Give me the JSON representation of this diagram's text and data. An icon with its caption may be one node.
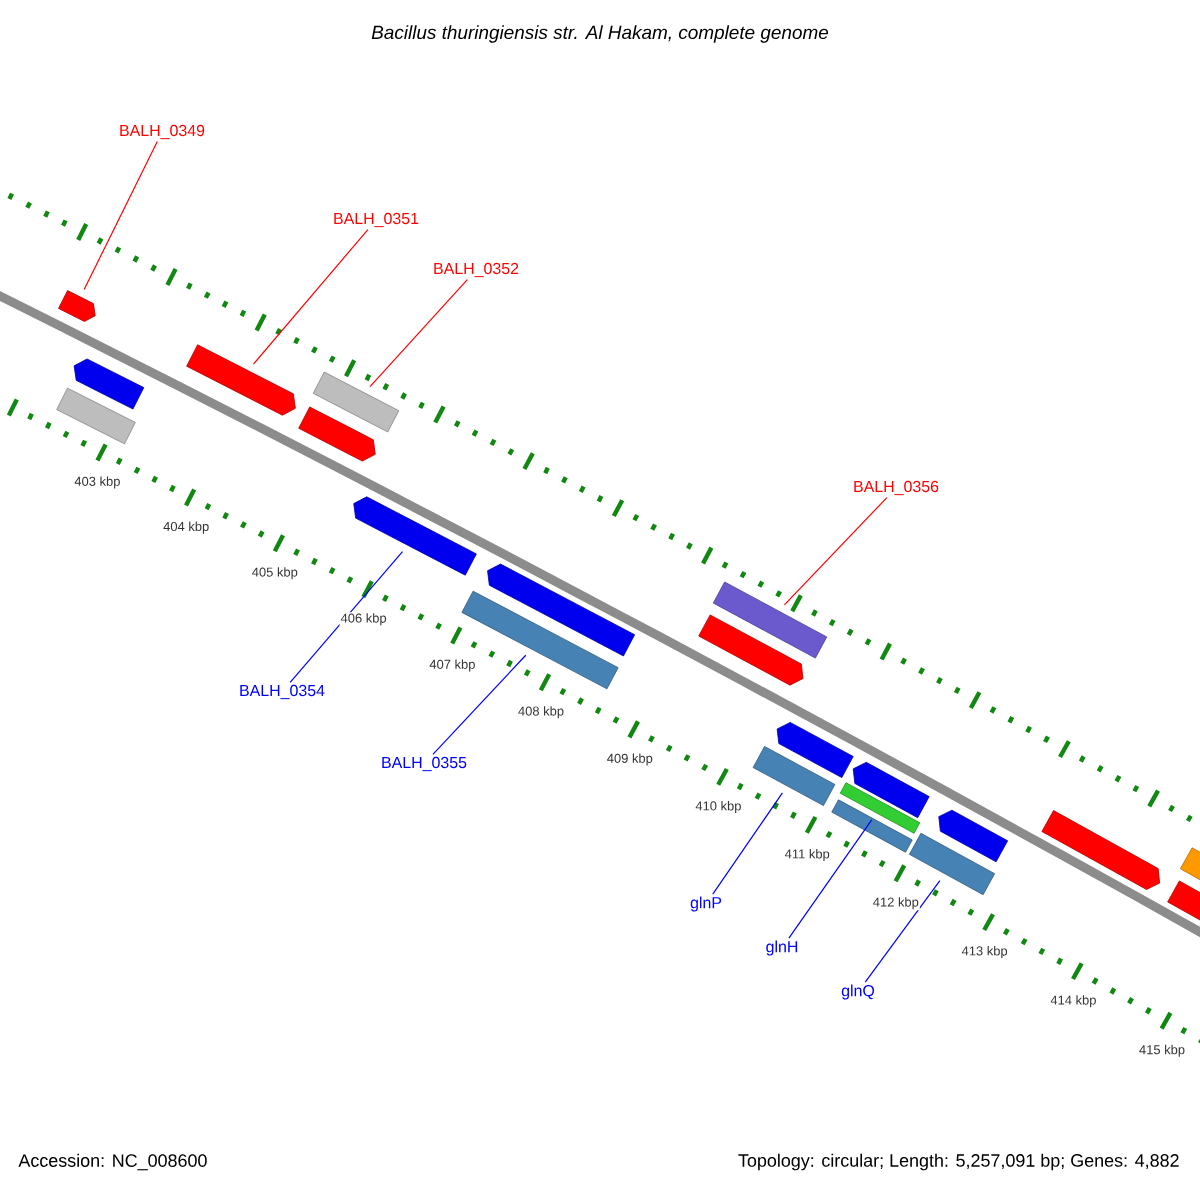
{
  "diagram": {
    "title": "Bacillus thuringiensis str. Al Hakam, complete genome",
    "nodes": [
      {
        "text": [
          "BALH_0349"
        ]
      },
      {
        "text": [
          "BALH_0351"
        ]
      },
      {
        "text": [
          "BALH_0352"
        ]
      },
      {
        "text": [
          "BALH_0356"
        ]
      },
      {
        "text": [
          "BALH_0354"
        ]
      },
      {
        "text": [
          "BALH_0355"
        ]
      },
      {
        "text": [
          "glnP"
        ]
      },
      {
        "text": [
          "glnH"
        ]
      },
      {
        "text": [
          "glnQ"
        ]
      },
      {
        "text": [],
        "shape": "bar"
      },
      {
        "text": [],
        "shape": "bar"
      },
      {
        "text": [],
        "shape": "bar"
      },
      {
        "text": [],
        "shape": "bar"
      },
      {
        "text": [],
        "shape": "bar"
      },
      {
        "text": [],
        "shape": "bar"
      },
      {
        "text": [],
        "shape": "bar"
      },
      {
        "text": [],
        "shape": "bar"
      },
      {
        "text": [],
        "shape": "bar"
      },
      {
        "text": [],
        "shape": "bar"
      },
      {
        "text": [],
        "shape": "bar"
      },
      {
        "text": [],
        "shape": "bar"
      },
      {
        "text": [],
        "shape": "bar"
      },
      {
        "text": [],
        "shape": "bar"
      },
      {
        "text": [],
        "shape": "bar"
      },
      {
        "text": [],
        "shape": "bar"
      },
      {
        "text": [],
        "shape": "bar"
      },
      {
        "text": [],
        "shape": "bar"
      },
      {
        "text": [],
        "shape": "bar"
      },
      {
        "text": [],
        "shape": "bar"
      },
      {
        "text": [],
        "shape": "bar"
      }
    ],
    "edges": [
      {
        "from": 0,
        "to": 9,
        "arrow": "none",
        "color": "#ff0000"
      },
      {
        "from": 1,
        "to": 12,
        "arrow": "none",
        "color": "#ff0000"
      },
      {
        "from": 2,
        "to": 13,
        "arrow": "none",
        "color": "#ff0000"
      },
      {
        "from": 3,
        "to": 18,
        "arrow": "none",
        "color": "#ff0000"
      },
      {
        "from": 4,
        "to": 15,
        "arrow": "none"
      },
      {
        "from": 5,
        "to": 17,
        "arrow": "none"
      },
      {
        "from": 6,
        "to": 21,
        "arrow": "none"
      },
      {
        "from": 7,
        "to": 23,
        "arrow": "none"
      },
      {
        "from": 8,
        "to": 26,
        "arrow": "none"
      }
    ],
    "labels": [
      "403 kbp",
      "404 kbp",
      "405 kbp",
      "406 kbp",
      "407 kbp",
      "408 kbp",
      "409 kbp",
      "410 kbp",
      "411 kbp",
      "412 kbp",
      "413 kbp",
      "414 kbp",
      "415 kbp",
      "Accession: NC_008600",
      "Topology: circular; Length: 5,257,091 bp; Genes: 4,882"
    ]
  }
}
